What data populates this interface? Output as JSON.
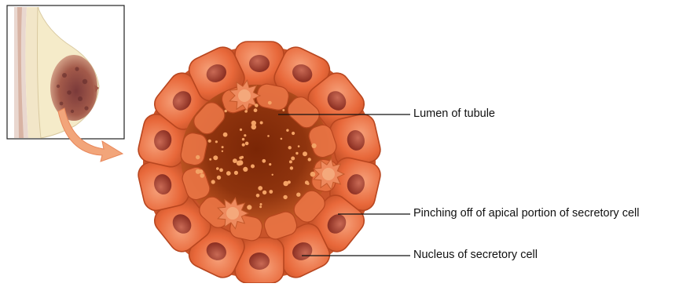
{
  "labels": {
    "lumen": "Lumen of tubule",
    "apical": "Pinching off of apical portion of secretory cell",
    "nucleus": "Nucleus of secretory cell"
  },
  "colors": {
    "cell_fill": "#e8683a",
    "cell_highlight": "#f6a079",
    "cell_border": "#b8461f",
    "nucleus": "#a73f2e",
    "lumen_outer": "#c95a24",
    "lumen_inner": "#6e2208",
    "droplet": "#f3a265",
    "inset_border": "#222222",
    "arrow": "#f2a57a",
    "leader_line": "#111111"
  },
  "icons": {
    "inset": "breast-cross-section-illustration",
    "arrow": "curved-arrow-icon"
  }
}
